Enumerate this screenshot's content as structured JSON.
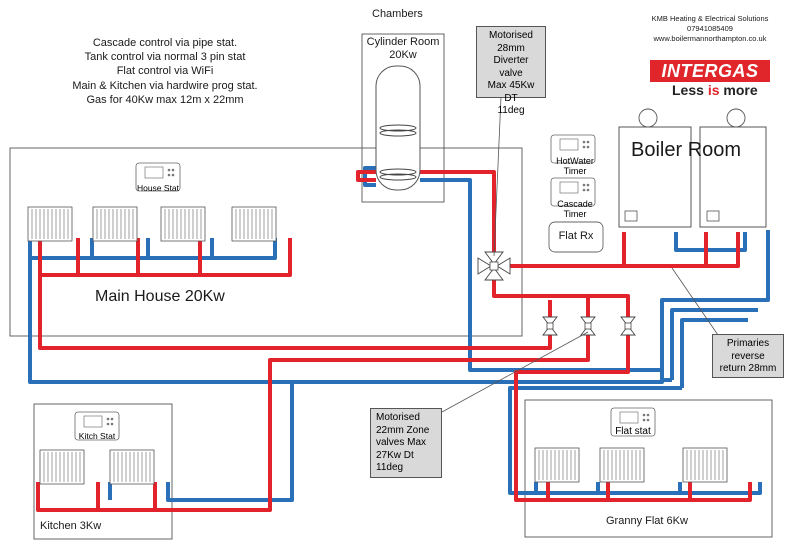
{
  "chambers_label": "Chambers",
  "notes": [
    "Cascade control via pipe stat.",
    "Tank control via normal 3 pin stat",
    "Flat control via WiFi",
    "Main & Kitchen via hardwire prog stat.",
    "Gas for 40Kw max 12m x 22mm"
  ],
  "company": {
    "name": "KMB Heating & Electrical Solutions",
    "phone": "07941085409",
    "web": "www.boilermannorthampton.co.uk"
  },
  "brand": {
    "logo_text": "INTERGAS",
    "tagline_a": "Less ",
    "tagline_b": "is",
    "tagline_c": " more",
    "logo_color": "#e0262b"
  },
  "cylinder_room": {
    "title": "Cylinder Room",
    "rating": "20Kw"
  },
  "diverter_callout": [
    "Motorised",
    "28mm",
    "Diverter valve",
    "Max 45Kw DT",
    "11deg"
  ],
  "boiler_room": {
    "title": "Boiler Room"
  },
  "timers": {
    "hot_water": "HotWater Timer",
    "cascade": "Cascade Timer"
  },
  "flat_rx": "Flat Rx",
  "main_house": {
    "title": "Main House 20Kw",
    "stat": "House Stat"
  },
  "primaries_callout": [
    "Primaries",
    "reverse",
    "return 28mm"
  ],
  "zone_callout": [
    "Motorised",
    "22mm Zone",
    "valves  Max",
    "27Kw Dt",
    "11deg"
  ],
  "kitchen": {
    "title": "Kitchen 3Kw",
    "stat": "Kitch Stat"
  },
  "granny_flat": {
    "title": "Granny Flat  6Kw",
    "stat": "Flat stat"
  },
  "colors": {
    "flow": "#e3232b",
    "return": "#2a70b8",
    "callout": "#d9d9d9"
  }
}
